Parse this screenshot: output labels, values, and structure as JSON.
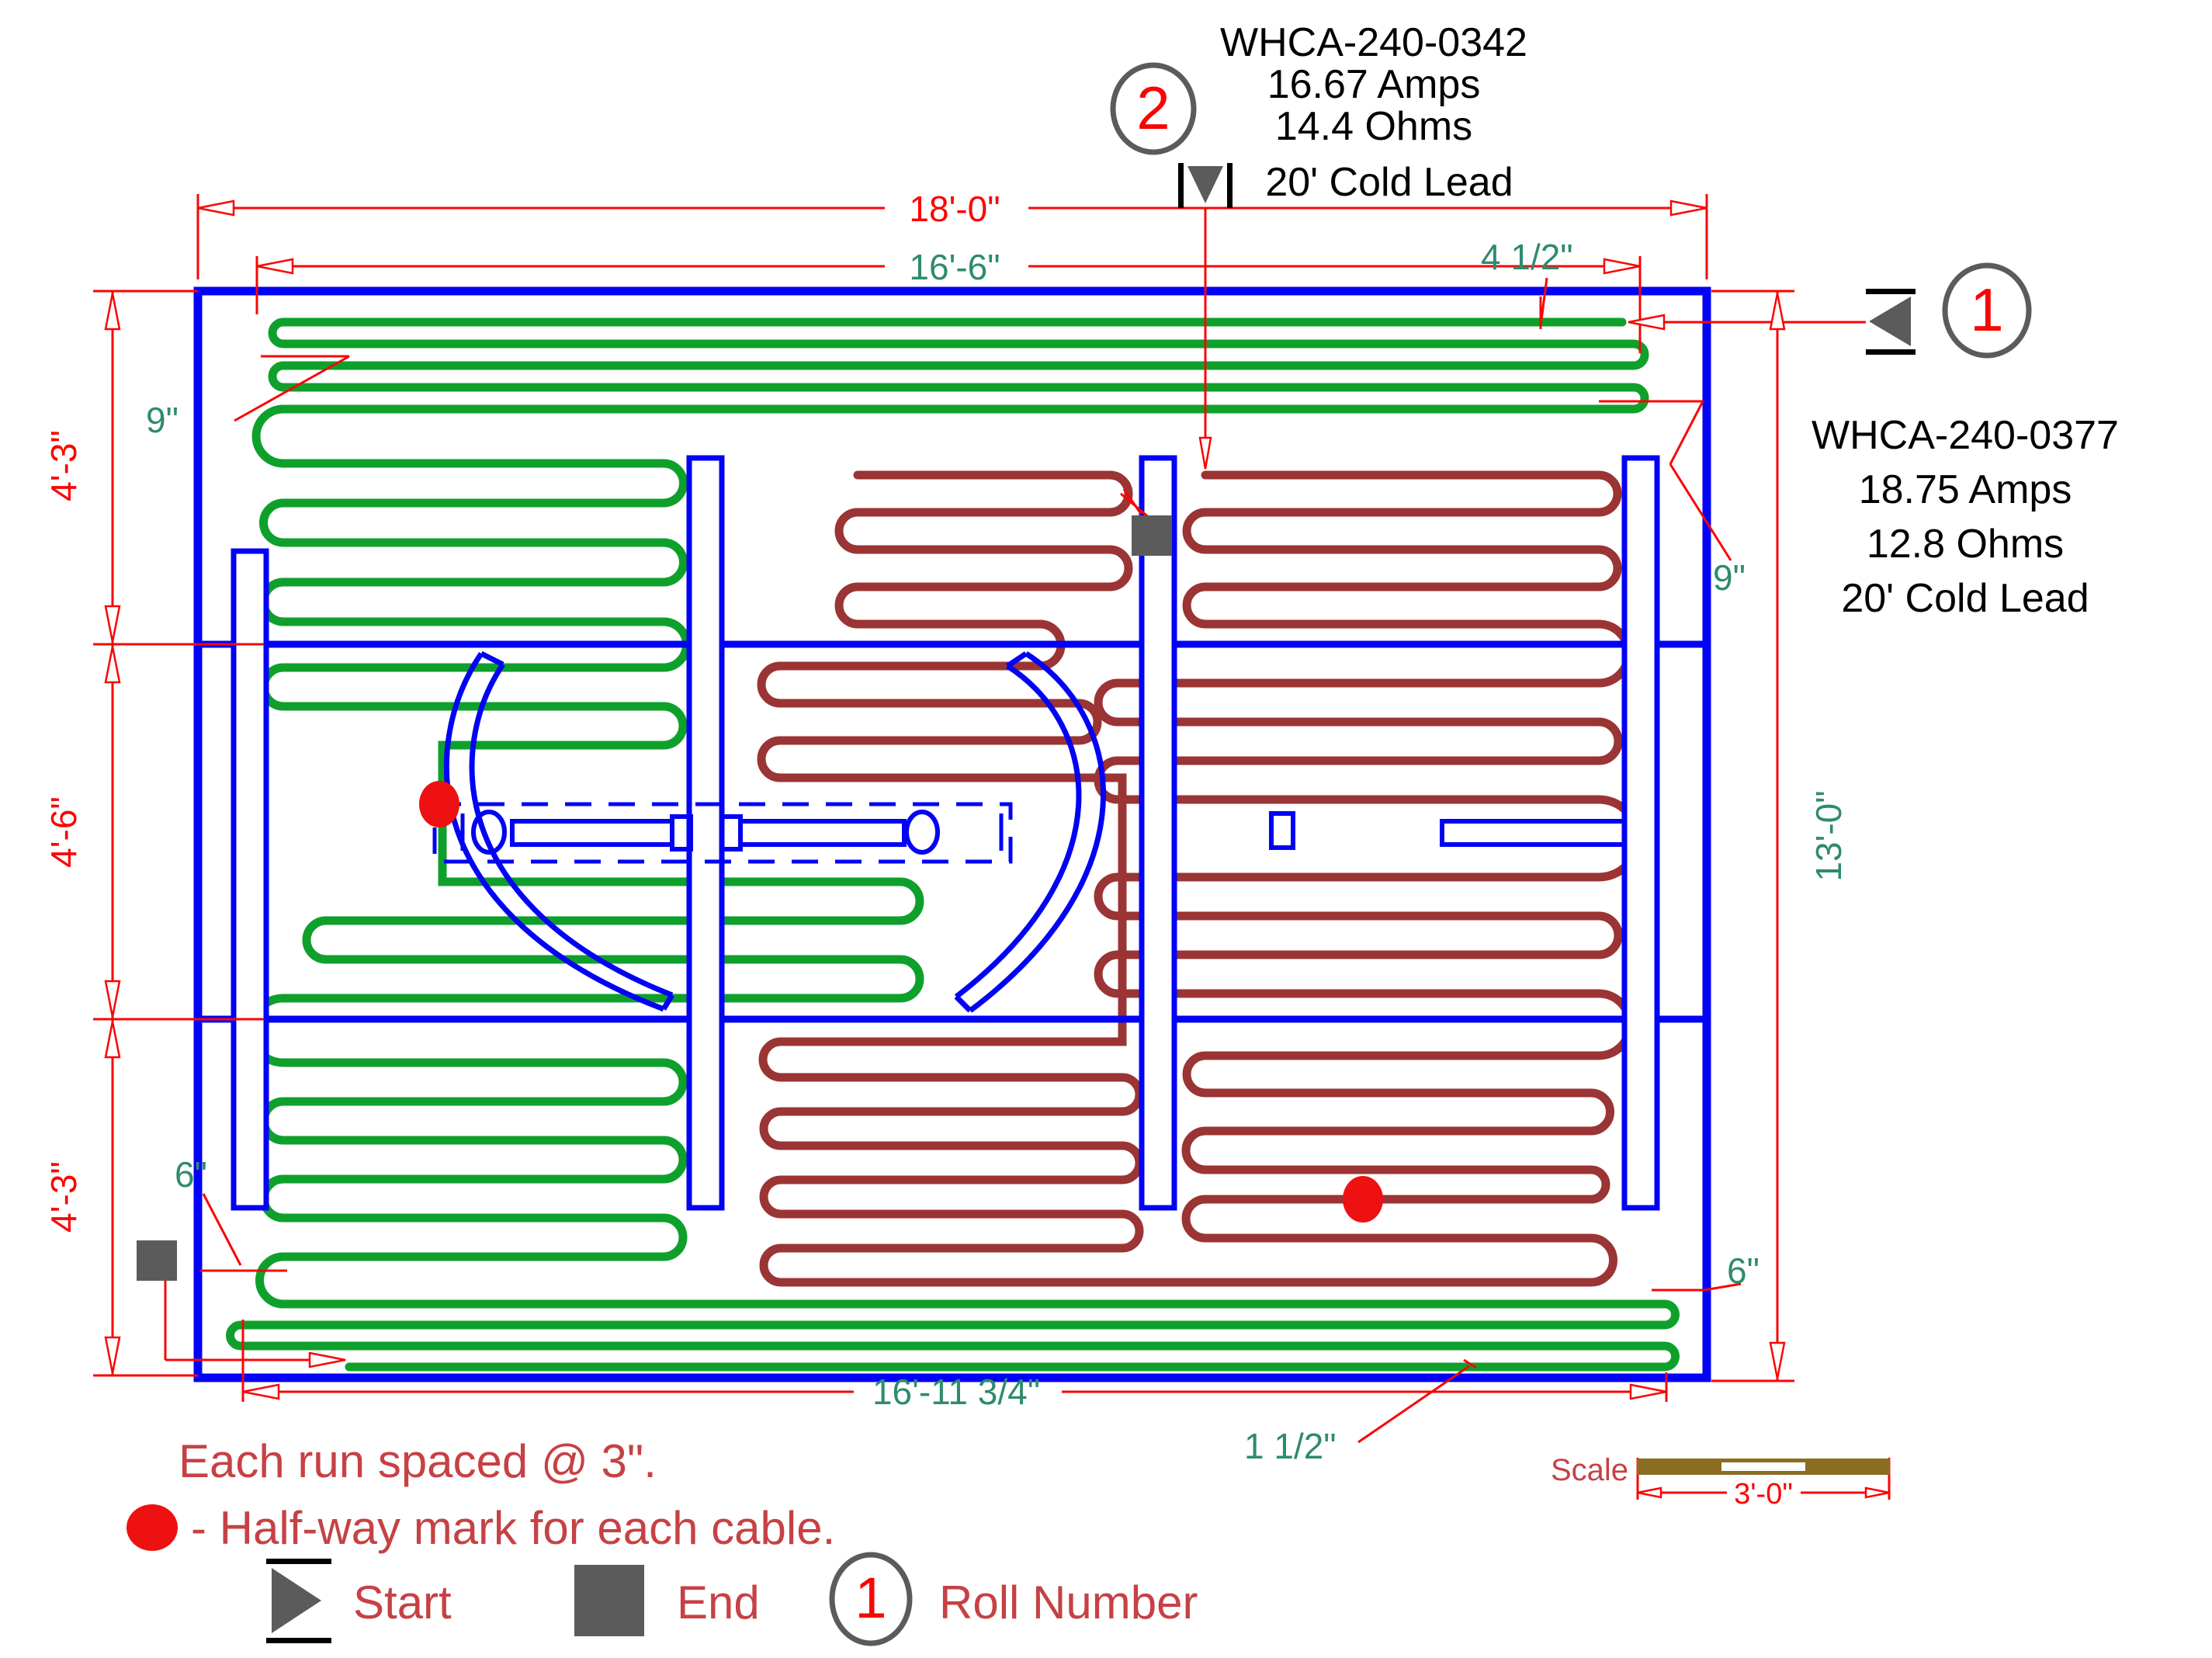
{
  "drawing": {
    "type": "floor-heating-cable-layout",
    "rolls": [
      {
        "number": "1",
        "model": "WHCA-240-0377",
        "amps": "18.75 Amps",
        "ohms": "12.8 Ohms",
        "cold_lead": "20' Cold Lead"
      },
      {
        "number": "2",
        "model": "WHCA-240-0342",
        "amps": "16.67 Amps",
        "ohms": "14.4 Ohms",
        "cold_lead": "20' Cold Lead"
      }
    ],
    "dimensions": {
      "top_overall": "18'-0\"",
      "top_mat": "16'-6\"",
      "top_edge_gap": "4 1/2\"",
      "left_top": "4'-3\"",
      "left_middle": "4'-6\"",
      "left_bottom": "4'-3\"",
      "right_overall": "13'-0\"",
      "bottom_mat": "16'-11 3/4\"",
      "bottom_edge_gap": "1 1/2\"",
      "gap_top_left": "9\"",
      "gap_top_right": "9\"",
      "gap_bottom_left": "6\"",
      "gap_bottom_right": "6\""
    },
    "legend": {
      "note_spacing": "Each run spaced @ 3\".",
      "note_halfway": "- Half-way mark for each cable.",
      "start_label": "Start",
      "end_label": "End",
      "roll_label": "Roll Number",
      "roll_example": "1"
    },
    "scale_bar": {
      "label": "Scale",
      "length": "3'-0\""
    },
    "colors": {
      "cable_green": "#0FA02C",
      "cable_dark_red": "#9B3434",
      "plan_blue": "#0202F5",
      "dim_red": "#FA0505",
      "dim_teal": "#2E8B6E",
      "note_red": "#C64145",
      "marker_gray": "#5B5B5B",
      "scale_olive": "#8A6D21",
      "halfway_red": "#EE1111"
    },
    "cables": {
      "green": {
        "roll": "1",
        "runs": [
          [
            2090,
            365,
            415
          ],
          [
            365,
            2105,
            443
          ],
          [
            2105,
            365,
            471
          ],
          [
            365,
            2105,
            499
          ],
          [
            2105,
            365,
            527
          ],
          [
            365,
            855,
            597
          ],
          [
            855,
            365,
            648
          ],
          [
            365,
            855,
            699
          ],
          [
            855,
            365,
            750
          ],
          [
            365,
            855,
            801
          ],
          [
            855,
            365,
            860
          ],
          [
            365,
            855,
            910
          ],
          [
            855,
            570,
            960
          ],
          [
            570,
            1160,
            1136
          ],
          [
            1160,
            420,
            1186
          ],
          [
            420,
            1160,
            1236
          ],
          [
            1160,
            365,
            1286
          ],
          [
            365,
            855,
            1369
          ],
          [
            855,
            365,
            1419
          ],
          [
            365,
            855,
            1469
          ],
          [
            855,
            365,
            1519
          ],
          [
            365,
            855,
            1569
          ],
          [
            855,
            365,
            1619
          ],
          [
            365,
            2145,
            1680
          ],
          [
            2145,
            310,
            1707
          ],
          [
            310,
            2145,
            1734
          ],
          [
            2145,
            450,
            1761
          ]
        ],
        "halfway_dot": [
          566,
          1036
        ],
        "start_point": [
          2090,
          415
        ],
        "end_point": [
          450,
          1761
        ]
      },
      "dark_red": {
        "roll": "2",
        "runs": [
          [
            1553,
            2060,
            612
          ],
          [
            2060,
            1553,
            660
          ],
          [
            1553,
            2060,
            708
          ],
          [
            2060,
            1553,
            756
          ],
          [
            1553,
            2060,
            804
          ],
          [
            2060,
            1440,
            880
          ],
          [
            1440,
            2060,
            930
          ],
          [
            2060,
            1440,
            980
          ],
          [
            1440,
            2060,
            1030
          ],
          [
            2060,
            1440,
            1130
          ],
          [
            1440,
            2060,
            1180
          ],
          [
            2060,
            1440,
            1230
          ],
          [
            1440,
            2060,
            1280
          ],
          [
            2060,
            1553,
            1360
          ],
          [
            1553,
            2050,
            1408
          ],
          [
            2050,
            1553,
            1457
          ],
          [
            1553,
            2050,
            1507
          ],
          [
            2050,
            1553,
            1545
          ],
          [
            1553,
            2050,
            1595
          ],
          [
            2050,
            1006,
            1652
          ],
          [
            1006,
            1446,
            1608
          ],
          [
            1446,
            1006,
            1564
          ],
          [
            1006,
            1446,
            1520
          ],
          [
            1446,
            1006,
            1476
          ],
          [
            1006,
            1446,
            1432
          ],
          [
            1446,
            1006,
            1388
          ],
          [
            1006,
            1446,
            1342
          ],
          [
            1446,
            1005,
            1002
          ],
          [
            1005,
            1390,
            954
          ],
          [
            1390,
            1005,
            906
          ],
          [
            1005,
            1340,
            858
          ],
          [
            1340,
            1105,
            804
          ],
          [
            1105,
            1430,
            756
          ],
          [
            1430,
            1105,
            708
          ],
          [
            1105,
            1430,
            660
          ],
          [
            1430,
            1105,
            612
          ]
        ],
        "halfway_dot": [
          1756,
          1545
        ],
        "start_point": [
          1553,
          612
        ],
        "end_point": [
          1105,
          612
        ]
      }
    }
  }
}
